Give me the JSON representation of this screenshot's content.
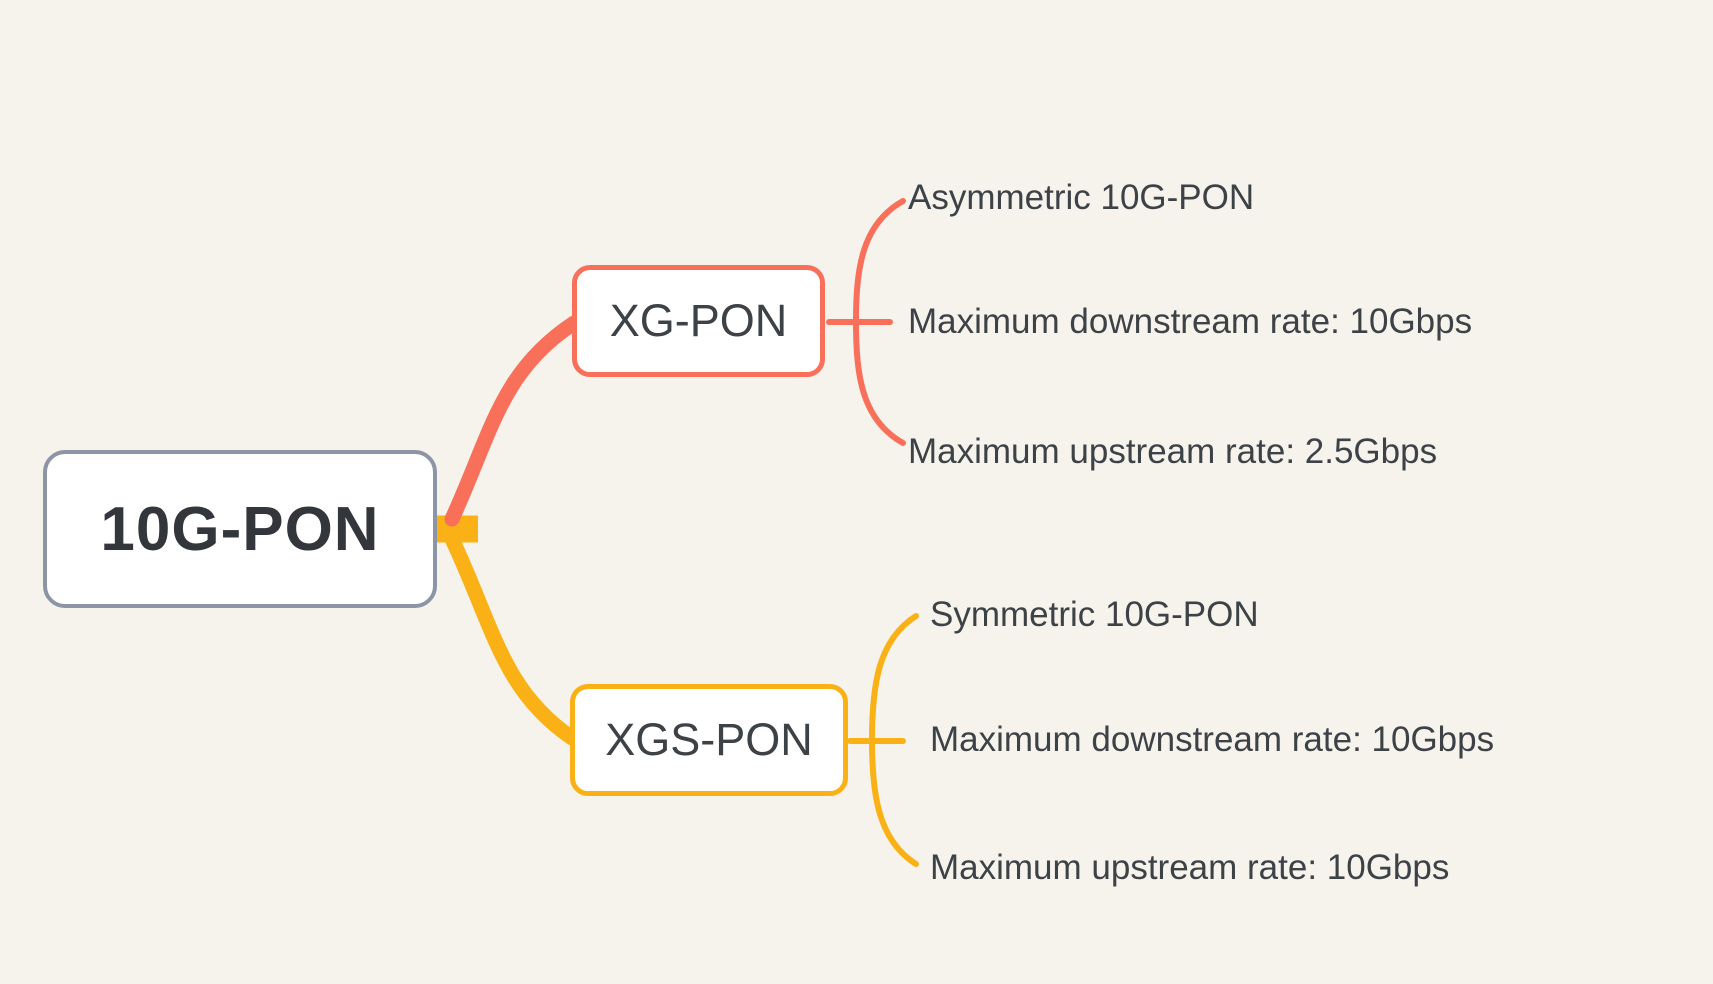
{
  "diagram": {
    "type": "mindmap",
    "root": {
      "label": "10G-PON"
    },
    "branches": [
      {
        "label": "XG-PON",
        "color": "#f8705a",
        "children": [
          "Asymmetric 10G-PON",
          "Maximum downstream rate: 10Gbps",
          "Maximum upstream rate: 2.5Gbps"
        ]
      },
      {
        "label": "XGS-PON",
        "color": "#f9b115",
        "children": [
          "Symmetric 10G-PON",
          "Maximum downstream rate: 10Gbps",
          "Maximum upstream rate: 10Gbps"
        ]
      }
    ]
  },
  "colors": {
    "canvas_bg": "#f6f3ed",
    "root_border": "#8b95a5",
    "root_text": "#33373c",
    "node_text": "#3d4247",
    "branch1": "#f8705a",
    "branch2": "#f9b115"
  }
}
